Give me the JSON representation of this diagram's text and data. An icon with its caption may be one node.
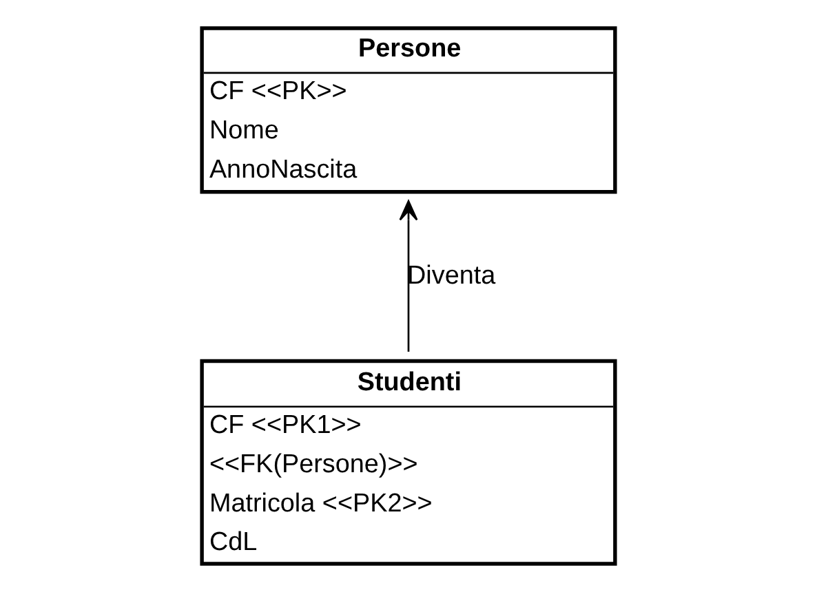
{
  "diagram": {
    "nodes": [
      {
        "text": [
          "Persone",
          "CF <<PK>>",
          "Nome",
          "AnnoNascita"
        ]
      },
      {
        "text": [
          "Studenti",
          "CF <<PK1>>",
          "<<FK(Persone)>>",
          "Matricola <<PK2>>",
          "CdL"
        ]
      }
    ],
    "edges": [
      {
        "from": 1,
        "to": 0,
        "arrow": "to",
        "label": "Diventa"
      }
    ]
  }
}
